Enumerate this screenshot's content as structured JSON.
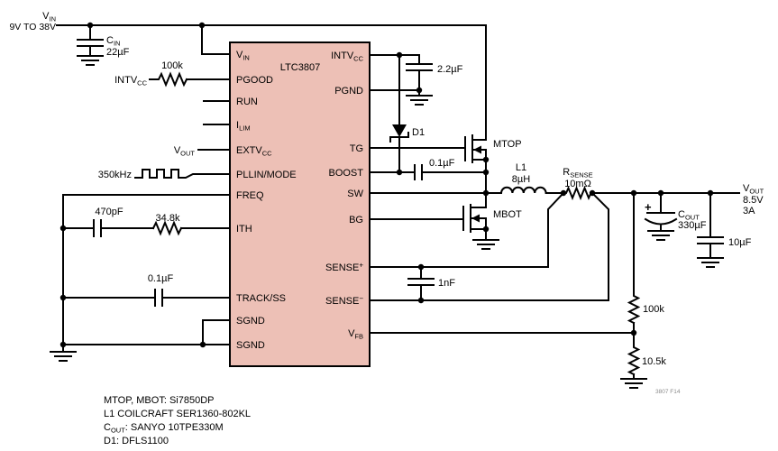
{
  "ic": {
    "part": "LTC3807",
    "left_pins": [
      {
        "name": "V",
        "sub": "IN"
      },
      {
        "name": "PGOOD"
      },
      {
        "name": "RUN"
      },
      {
        "name": "I",
        "sub": "LIM"
      },
      {
        "name": "EXTV",
        "sub": "CC"
      },
      {
        "name": "PLLIN/MODE"
      },
      {
        "name": "FREQ"
      },
      {
        "name": "ITH"
      },
      {
        "name": "TRACK/SS"
      },
      {
        "name": "SGND"
      },
      {
        "name": "SGND"
      }
    ],
    "right_pins": [
      {
        "name": "INTV",
        "sub": "CC"
      },
      {
        "name": "PGND"
      },
      {
        "name": "TG"
      },
      {
        "name": "BOOST"
      },
      {
        "name": "SW"
      },
      {
        "name": "BG"
      },
      {
        "name": "SENSE",
        "sup": "+"
      },
      {
        "name": "SENSE",
        "sup": "−"
      },
      {
        "name": "V",
        "sub": "FB"
      }
    ]
  },
  "input_rail": {
    "label": "V",
    "label_sub": "IN",
    "range": "9V TO 38V"
  },
  "components": {
    "cin": {
      "ref": "C",
      "ref_sub": "IN",
      "value": "22µF"
    },
    "pgood_pullup": {
      "net": "INTV",
      "net_sub": "CC",
      "value": "100k"
    },
    "extvcc_net": {
      "label": "V",
      "label_sub": "OUT"
    },
    "mode_clock": {
      "value": "350kHz"
    },
    "ith_cap": {
      "value": "470pF"
    },
    "ith_res": {
      "value": "34.8k"
    },
    "ss_cap": {
      "value": "0.1µF"
    },
    "intvcc_cap": {
      "value": "2.2µF"
    },
    "d1": {
      "ref": "D1"
    },
    "boost_cap": {
      "value": "0.1µF"
    },
    "mtop": {
      "ref": "MTOP"
    },
    "mbot": {
      "ref": "MBOT"
    },
    "l1": {
      "ref": "L1",
      "value": "8µH"
    },
    "rsense": {
      "ref": "R",
      "ref_sub": "SENSE",
      "value": "10mΩ"
    },
    "sense_cap": {
      "value": "1nF"
    },
    "fb_res_top": {
      "value": "100k"
    },
    "fb_res_bottom": {
      "value": "10.5k"
    },
    "cout": {
      "polarity": "+",
      "ref": "C",
      "ref_sub": "OUT",
      "value": "330µF"
    },
    "cout_ceramic": {
      "value": "10µF"
    }
  },
  "output_rail": {
    "label": "V",
    "label_sub": "OUT",
    "voltage": "8.5V",
    "current": "3A"
  },
  "figure_id": "3807 F14",
  "notes": [
    {
      "text": "MTOP, MBOT: Si7850DP"
    },
    {
      "text": "L1 COILCRAFT SER1360-802KL"
    },
    {
      "pre": "C",
      "sub": "OUT",
      "post": ": SANYO 10TPE330M"
    },
    {
      "text": "D1: DFLS1100"
    }
  ]
}
